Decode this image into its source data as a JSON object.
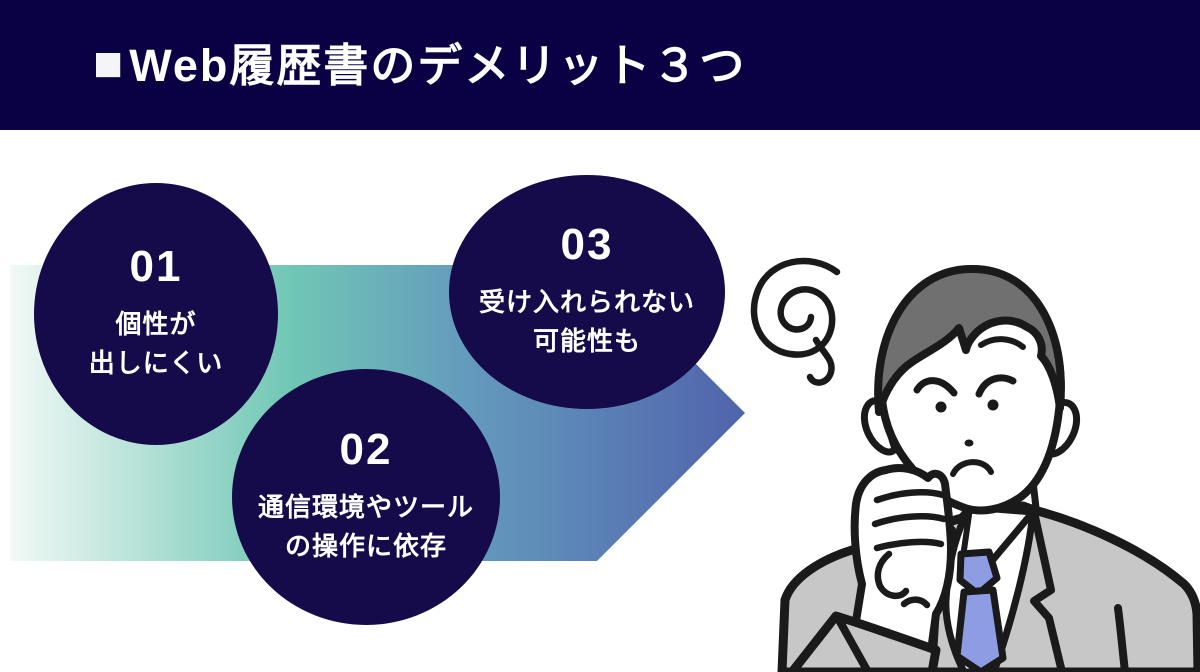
{
  "header": {
    "bullet": "■",
    "title": "Web履歴書のデメリット３つ",
    "bg_color": "#0a0145",
    "text_color": "#ffffff"
  },
  "items": [
    {
      "number": "01",
      "lines": [
        "個性が",
        "出しにくい"
      ]
    },
    {
      "number": "02",
      "lines": [
        "通信環境やツール",
        "の操作に依存"
      ]
    },
    {
      "number": "03",
      "lines": [
        "受け入れられない",
        "可能性も"
      ]
    }
  ],
  "colors": {
    "circle_navy": "#150a4a",
    "header_navy": "#0a0145",
    "arrow_gradient_start": "#f2f9f6",
    "arrow_gradient_mid": "#71c7b5",
    "arrow_gradient_end": "#5063ac",
    "suit_gray": "#c7c7c7",
    "hair_gray": "#707070",
    "tie_blue": "#8e9ce4",
    "outline_black": "#1a1a1a"
  },
  "illustration": {
    "name": "worried-businessman",
    "marks": [
      "frustration-squiggle"
    ]
  }
}
